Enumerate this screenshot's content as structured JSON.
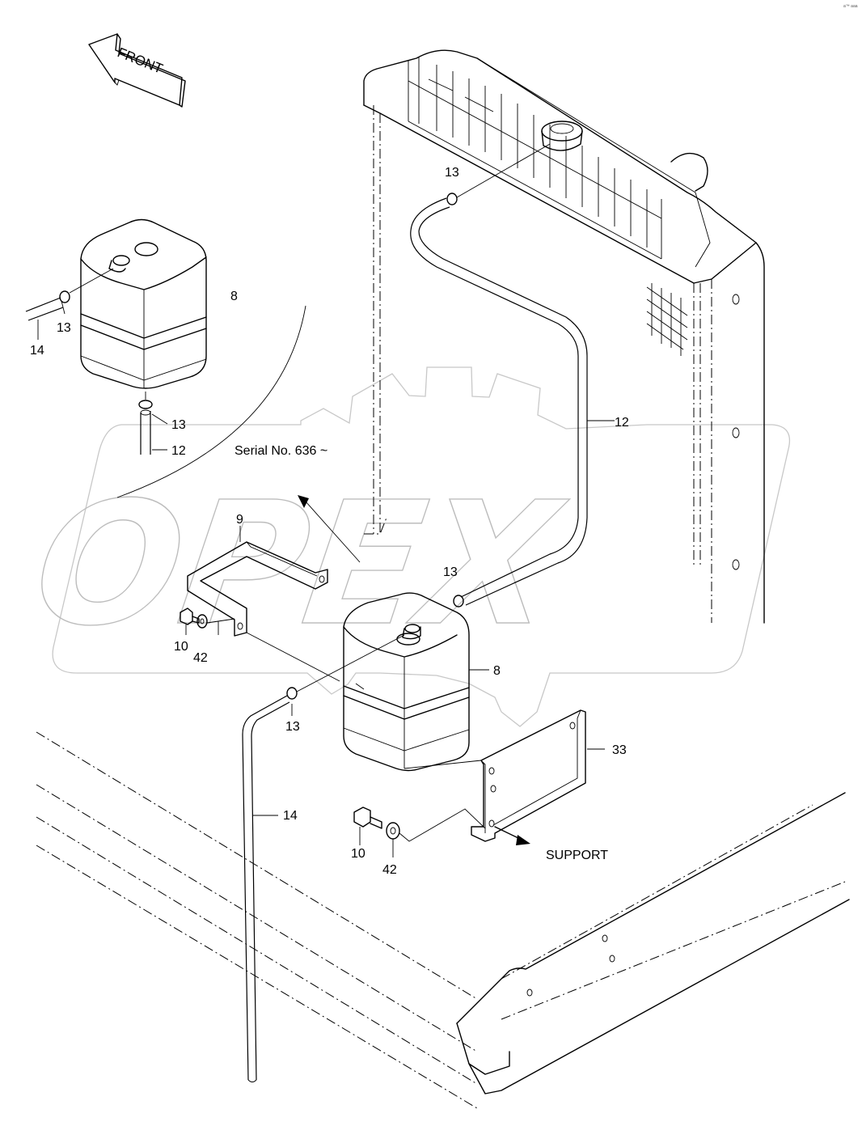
{
  "diagram": {
    "orientation_label": "FRONT",
    "watermark": "OPEX",
    "serial_note": "Serial No. 636 ~",
    "support_label": "SUPPORT",
    "corner_mark": "a™ aaa",
    "callouts": {
      "tank_upper": "8",
      "tank_lower": "8",
      "bracket": "9",
      "bolt_upper": "10",
      "bolt_lower": "10",
      "hose_12_main": "12",
      "hose_12_inset": "12",
      "clamp_top": "13",
      "clamp_inset_left": "13",
      "clamp_inset_bottom": "13",
      "clamp_mid": "13",
      "clamp_lower": "13",
      "hose_14_inset": "14",
      "hose_14_main": "14",
      "plate": "33",
      "washer_upper": "42",
      "washer_lower": "42"
    }
  }
}
